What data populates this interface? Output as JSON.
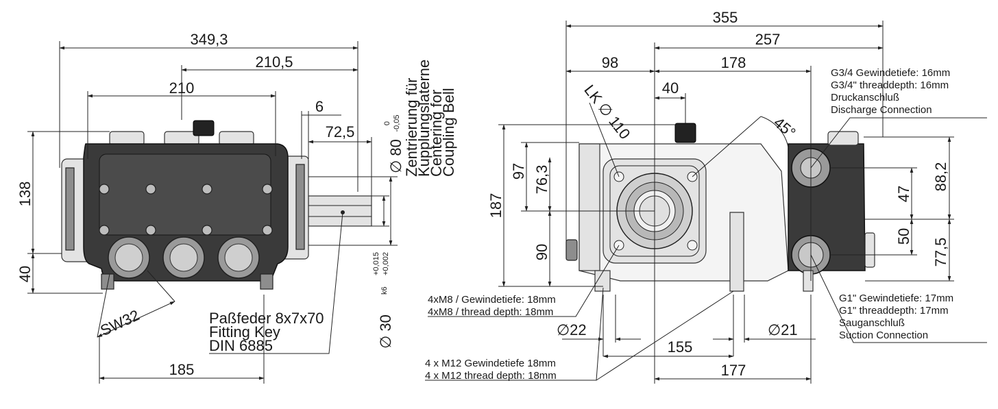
{
  "left_view": {
    "dims": {
      "overall_length": "349,3",
      "to_shaft_end": "210,5",
      "to_center": "210",
      "key_offset": "6",
      "shaft_length": "72,5",
      "height": "138",
      "base_height": "40",
      "wrench": "SW32",
      "foot_spacing": "185",
      "centering_dia": "∅ 80",
      "centering_tol_upper": "0",
      "centering_tol_lower": "-0,05",
      "shaft_dia": "∅ 30",
      "shaft_fit": "k6",
      "shaft_tol_upper": "+0,015",
      "shaft_tol_lower": "+0,002"
    },
    "centering_label": [
      "Zentrierung für",
      "Kupplungslaterne",
      "Centering for",
      "Coupling Bell"
    ],
    "key_label": [
      "Paßfeder 8x7x70",
      "Fitting Key",
      "DIN 6885"
    ]
  },
  "right_view": {
    "dims": {
      "overall": "355",
      "right_part": "257",
      "left_part": "98",
      "center_to_port": "178",
      "knob_offset": "40",
      "pitch_circle": "LK ∅ 110",
      "angle": "45°",
      "height_total": "187",
      "upper": "97",
      "upper_inner": "76,3",
      "lower": "90",
      "discharge_height": "88,2",
      "discharge_offset": "47",
      "suction_offset": "50",
      "suction_height": "77,5",
      "foot_hole_left": "∅22",
      "foot_hole_right": "∅21",
      "foot_span": "155",
      "foot_to_end": "177"
    },
    "discharge_label": [
      "G3/4 Gewindetiefe: 16mm",
      "G3/4\" threaddepth: 16mm",
      "Druckanschluß",
      "Discharge Connection"
    ],
    "suction_label": [
      "G1\" Gewindetiefe: 17mm",
      "G1\" threaddepth: 17mm",
      "Sauganschluß",
      "Suction Connection"
    ],
    "m8_label": [
      "4xM8 / Gewindetiefe: 18mm",
      "4xM8 / thread depth: 18mm"
    ],
    "m12_label": [
      "4 x M12 Gewindetiefe 18mm",
      "4 x M12 thread depth: 18mm"
    ]
  }
}
